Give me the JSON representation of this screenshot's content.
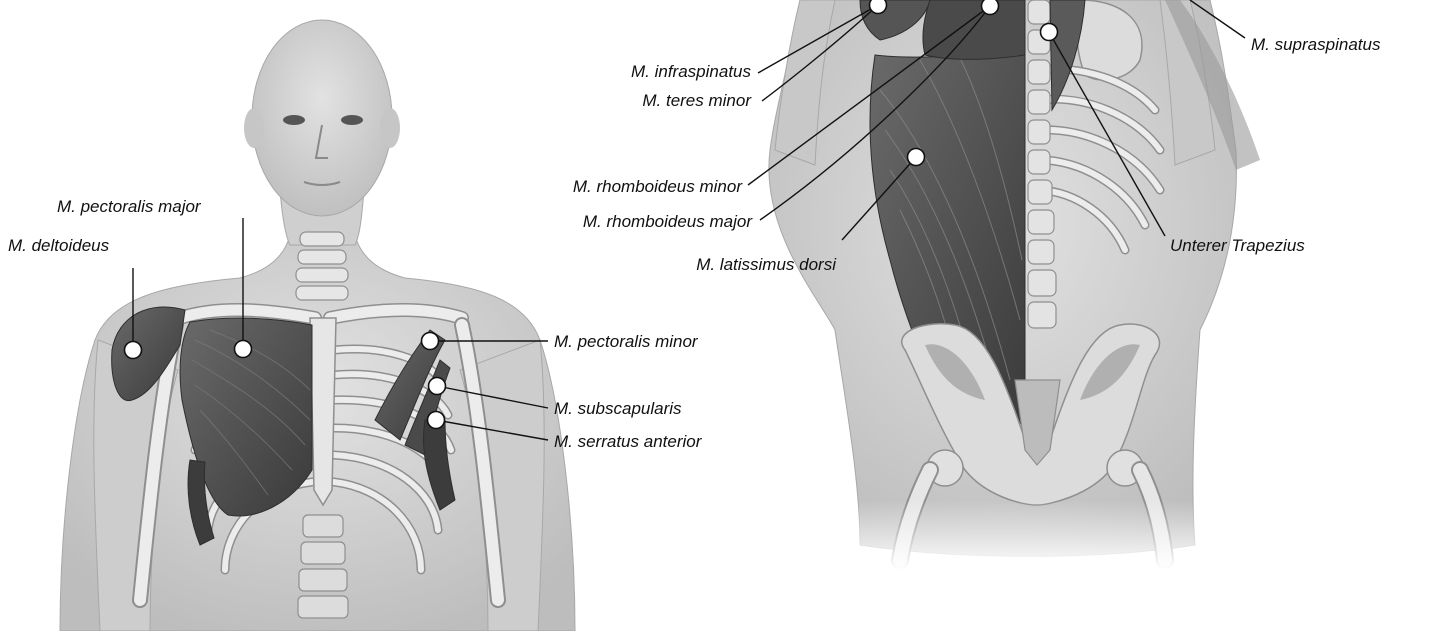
{
  "labels": {
    "deltoideus": "M. deltoideus",
    "pectoralis_major": "M. pectoralis major",
    "pectoralis_minor": "M. pectoralis minor",
    "subscapularis": "M. subscapularis",
    "serratus_anterior": "M. serratus anterior",
    "infraspinatus": "M. infraspinatus",
    "teres_minor": "M. teres minor",
    "rhomboideus_minor": "M. rhomboideus minor",
    "rhomboideus_major": "M. rhomboideus major",
    "latissimus_dorsi": "M. latissimus dorsi",
    "supraspinatus": "M. supraspinatus",
    "unterer_trapezius": "Unterer Trapezius"
  },
  "colors": {
    "skin": "#d6d6d6",
    "skin_shadow": "#b9b9b9",
    "bone": "#e9e9e9",
    "bone_outline": "#8f8f8f",
    "muscle": "#4a4a4a",
    "muscle_light": "#6e6e6e",
    "marker_fill": "#ffffff",
    "marker_stroke": "#111111",
    "leader": "#111111"
  }
}
